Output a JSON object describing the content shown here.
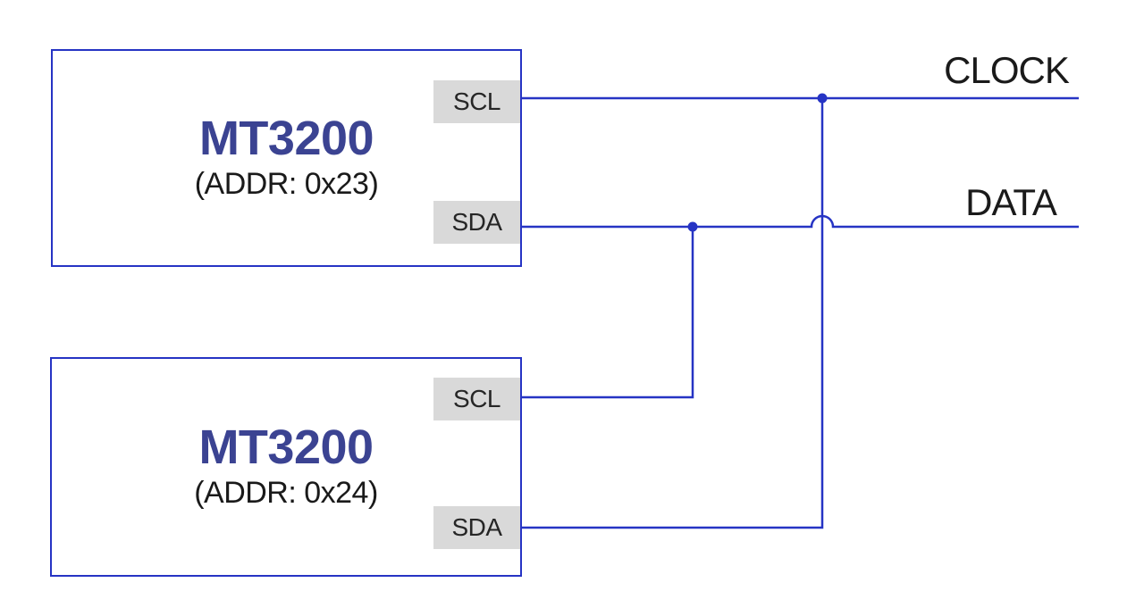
{
  "diagram": {
    "devices": [
      {
        "name": "MT3200",
        "address": "(ADDR: 0x23)",
        "pins": [
          "SCL",
          "SDA"
        ]
      },
      {
        "name": "MT3200",
        "address": "(ADDR: 0x24)",
        "pins": [
          "SCL",
          "SDA"
        ]
      }
    ],
    "bus_labels": {
      "clock": "CLOCK",
      "data": "DATA"
    },
    "colors": {
      "wire_blue": "#2634c4",
      "device_border": "#2634c4",
      "device_name_navy": "#3b4392",
      "pin_bg": "#d9d9d9",
      "pin_text": "#262626",
      "label_text": "#1a1a1a",
      "canvas_bg": "#ffffff"
    }
  }
}
